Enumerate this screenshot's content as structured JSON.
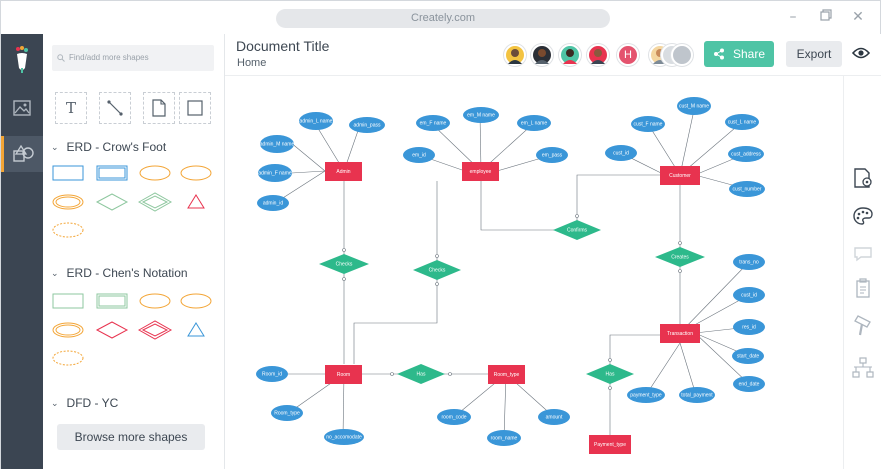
{
  "window": {
    "url": "Creately.com",
    "controls": {
      "minimize_icon": "minus-icon",
      "restore_icon": "restore-icon",
      "close_icon": "close-icon"
    }
  },
  "rail": {
    "items": [
      {
        "icon": "creately-logo-icon",
        "active": false
      },
      {
        "icon": "image-icon",
        "active": false
      },
      {
        "icon": "shapes-icon",
        "active": true
      }
    ]
  },
  "panel": {
    "search_placeholder": "Find/add more shapes",
    "tools": [
      "text-tool-icon",
      "line-tool-icon",
      "page-tool-icon",
      "rectangle-tool-icon"
    ],
    "tools_text": "T",
    "sections": [
      {
        "title": "ERD - Crow's Foot"
      },
      {
        "title": "ERD - Chen's Notation"
      },
      {
        "title": "DFD - YC"
      }
    ],
    "browse_label": "Browse more shapes"
  },
  "header": {
    "title": "Document Title",
    "breadcrumb": "Home",
    "avatar_initial": "H",
    "share_label": "Share",
    "export_label": "Export",
    "colors": {
      "share": "#4ec4a5",
      "entity": "#e8334f",
      "relationship": "#2db98b",
      "attribute": "#3a96d8"
    }
  },
  "diagram": {
    "entities": [
      {
        "id": "admin",
        "label": "Admin"
      },
      {
        "id": "employee",
        "label": "employee"
      },
      {
        "id": "customer",
        "label": "Customer"
      },
      {
        "id": "transaction",
        "label": "Transaction"
      },
      {
        "id": "room",
        "label": "Room"
      },
      {
        "id": "room_type",
        "label": "Room_type"
      },
      {
        "id": "payment_type",
        "label": "Payment_type"
      }
    ],
    "relationships": [
      {
        "id": "checks1",
        "label": "Checks"
      },
      {
        "id": "checks2",
        "label": "Checks"
      },
      {
        "id": "confirms",
        "label": "Confirms"
      },
      {
        "id": "creates",
        "label": "Creates"
      },
      {
        "id": "has1",
        "label": "Has"
      },
      {
        "id": "has2",
        "label": "Has"
      }
    ],
    "attributes": [
      {
        "id": "admin_l_name",
        "label": "admin_L name"
      },
      {
        "id": "admin_pass",
        "label": "admin_pass"
      },
      {
        "id": "admin_m_name",
        "label": "admin_M name"
      },
      {
        "id": "admin_f_name",
        "label": "admin_F name"
      },
      {
        "id": "admin_id",
        "label": "admin_id"
      },
      {
        "id": "em_f_name",
        "label": "em_F name"
      },
      {
        "id": "em_m_name",
        "label": "em_M name"
      },
      {
        "id": "em_l_name",
        "label": "em_L name"
      },
      {
        "id": "em_id",
        "label": "em_id"
      },
      {
        "id": "em_pass",
        "label": "em_pass"
      },
      {
        "id": "cust_m_name",
        "label": "cust_M name"
      },
      {
        "id": "cust_f_name",
        "label": "cust_F name"
      },
      {
        "id": "cust_l_name",
        "label": "cust_L name"
      },
      {
        "id": "cust_id",
        "label": "cust_id"
      },
      {
        "id": "cust_address",
        "label": "cust_address"
      },
      {
        "id": "cust_number",
        "label": "cust_number"
      },
      {
        "id": "trans_no",
        "label": "trans_no"
      },
      {
        "id": "cust_id_2",
        "label": "cust_id"
      },
      {
        "id": "res_id",
        "label": "res_id"
      },
      {
        "id": "start_date",
        "label": "start_date"
      },
      {
        "id": "end_date",
        "label": "end_date"
      },
      {
        "id": "total_payment",
        "label": "total_payment"
      },
      {
        "id": "payment_type",
        "label": "payment_type"
      },
      {
        "id": "room_id",
        "label": "Room_id"
      },
      {
        "id": "room_type",
        "label": "Room_type"
      },
      {
        "id": "no_accomodate",
        "label": "no_accomodate"
      },
      {
        "id": "room_code",
        "label": "room_code"
      },
      {
        "id": "amount",
        "label": "amount"
      },
      {
        "id": "room_name",
        "label": "room_name"
      }
    ]
  },
  "right_rail": {
    "items": [
      "page-settings-icon",
      "palette-icon",
      "comment-icon",
      "notes-icon",
      "format-painter-icon",
      "hierarchy-icon"
    ]
  }
}
